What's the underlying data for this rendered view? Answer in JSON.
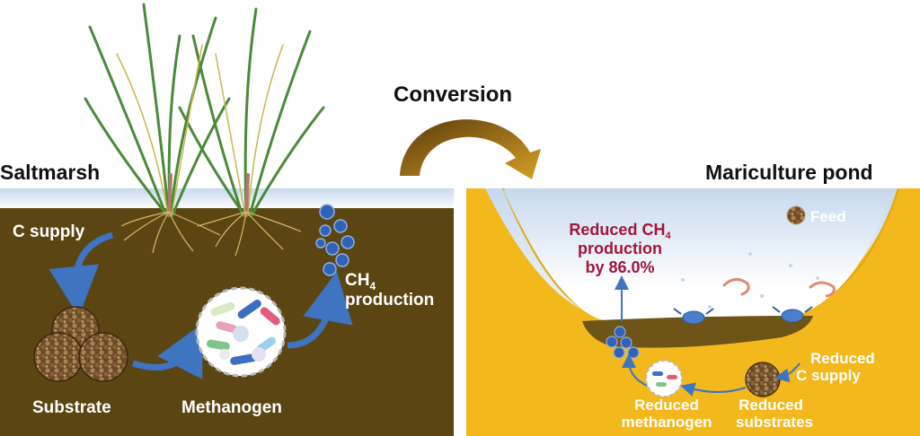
{
  "header": {
    "conversion_label": "Conversion",
    "saltmarsh_title": "Saltmarsh",
    "mariculture_title": "Mariculture pond"
  },
  "saltmarsh": {
    "c_supply": "C supply",
    "substrate": "Substrate",
    "methanogen": "Methanogen",
    "ch4_prefix": "CH",
    "ch4_sub": "4",
    "ch4_production": "production"
  },
  "pond": {
    "feed": "Feed",
    "reduced_ch4_line1_prefix": "Reduced CH",
    "reduced_ch4_sub": "4",
    "reduced_ch4_line2": "production",
    "reduced_ch4_line3": "by 86.0%",
    "reduced_c_supply_line1": "Reduced",
    "reduced_c_supply_line2": "C supply",
    "reduced_methanogen_line1": "Reduced",
    "reduced_methanogen_line2": "methanogen",
    "reduced_substrates_line1": "Reduced",
    "reduced_substrates_line2": "substrates"
  },
  "colors": {
    "soil": "#5b4613",
    "water": "#dce8f6",
    "pond_wall": "#f3b81c",
    "arrow_blue": "#3e74c0",
    "conversion_arrow": "#b68a1a",
    "highlight_red": "#a4163a"
  }
}
